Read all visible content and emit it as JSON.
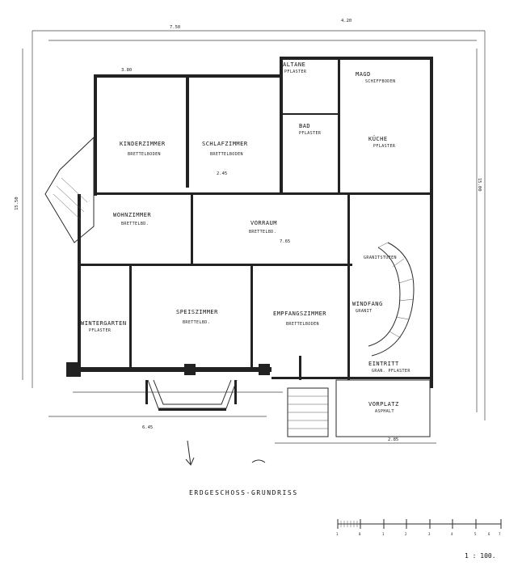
{
  "title": "ERDGESCHOSS-GRUNDRISS",
  "scale_label": "1 : 100.",
  "scale_ticks": [
    "1",
    "0",
    "1",
    "2",
    "3",
    "4",
    "5",
    "6",
    "7"
  ],
  "rooms": [
    {
      "name": "KINDERZIMMER",
      "sub": "BRETTELBODEN"
    },
    {
      "name": "SCHLAFZIMMER",
      "sub": "BRETTELBODEN"
    },
    {
      "name": "ALTANE",
      "sub": "PFLASTER"
    },
    {
      "name": "MAGD",
      "sub": "SCHIFFBODEN"
    },
    {
      "name": "BAD",
      "sub": "PFLASTER"
    },
    {
      "name": "KÜCHE",
      "sub": "PFLASTER"
    },
    {
      "name": "WOHNZIMMER",
      "sub": "BRETTELBD."
    },
    {
      "name": "VORRAUM",
      "sub": "BRETTELBD."
    },
    {
      "name": "WINTERGARTEN",
      "sub": "PFLASTER"
    },
    {
      "name": "SPEISZIMMER",
      "sub": "BRETTELBD."
    },
    {
      "name": "EMPFANGSZIMMER",
      "sub": "BRETTELBODEN"
    },
    {
      "name": "WINDFANG",
      "sub": "GRANIT"
    },
    {
      "name": "EINTRITT",
      "sub": "GRAN. PFLASTER"
    },
    {
      "name": "VORPLATZ",
      "sub": "ASPHALT"
    },
    {
      "name": "GRANITSTUFEN",
      "sub": ""
    }
  ],
  "dimensions": {
    "top_total": "7.50",
    "top_right": "4.20",
    "right_total": "15.00",
    "left_total": "15.50",
    "bottom_left": "6.45",
    "bottom_right": "2.85",
    "vorraum": "7.65",
    "kinder_w": "3.80",
    "schlaf_w": "2.45"
  },
  "colors": {
    "ink": "#1a1a1a",
    "paper": "#ffffff"
  }
}
